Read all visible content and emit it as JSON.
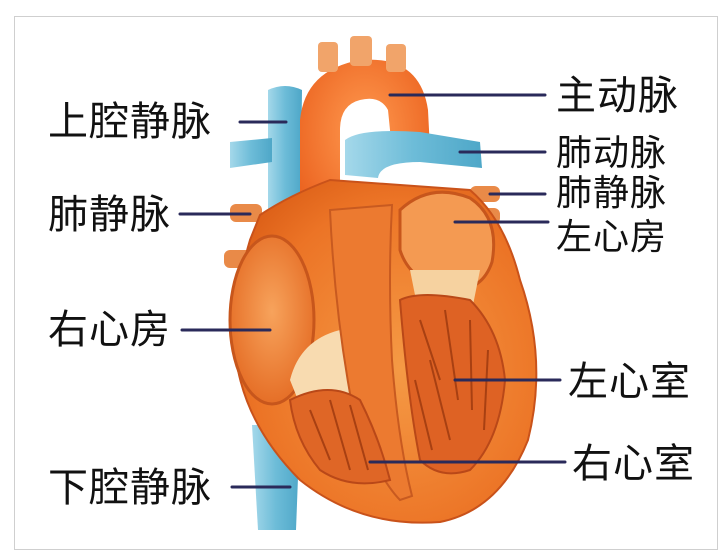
{
  "labels": {
    "superior_vena_cava": "上腔静脉",
    "pulmonary_vein_left": "肺静脉",
    "right_atrium": "右心房",
    "inferior_vena_cava": "下腔静脉",
    "aorta": "主动脉",
    "pulmonary_artery": "肺动脉",
    "pulmonary_vein_right": "肺静脉",
    "left_atrium": "左心房",
    "left_ventricle": "左心室",
    "right_ventricle": "右心室"
  },
  "colors": {
    "vessel_blue": "#7cc4dc",
    "heart_orange": "#ef7b2c",
    "chamber_inner": "#f4a25a",
    "pale_interior": "#f8d6a8",
    "leader_line": "#2a2a5a"
  }
}
